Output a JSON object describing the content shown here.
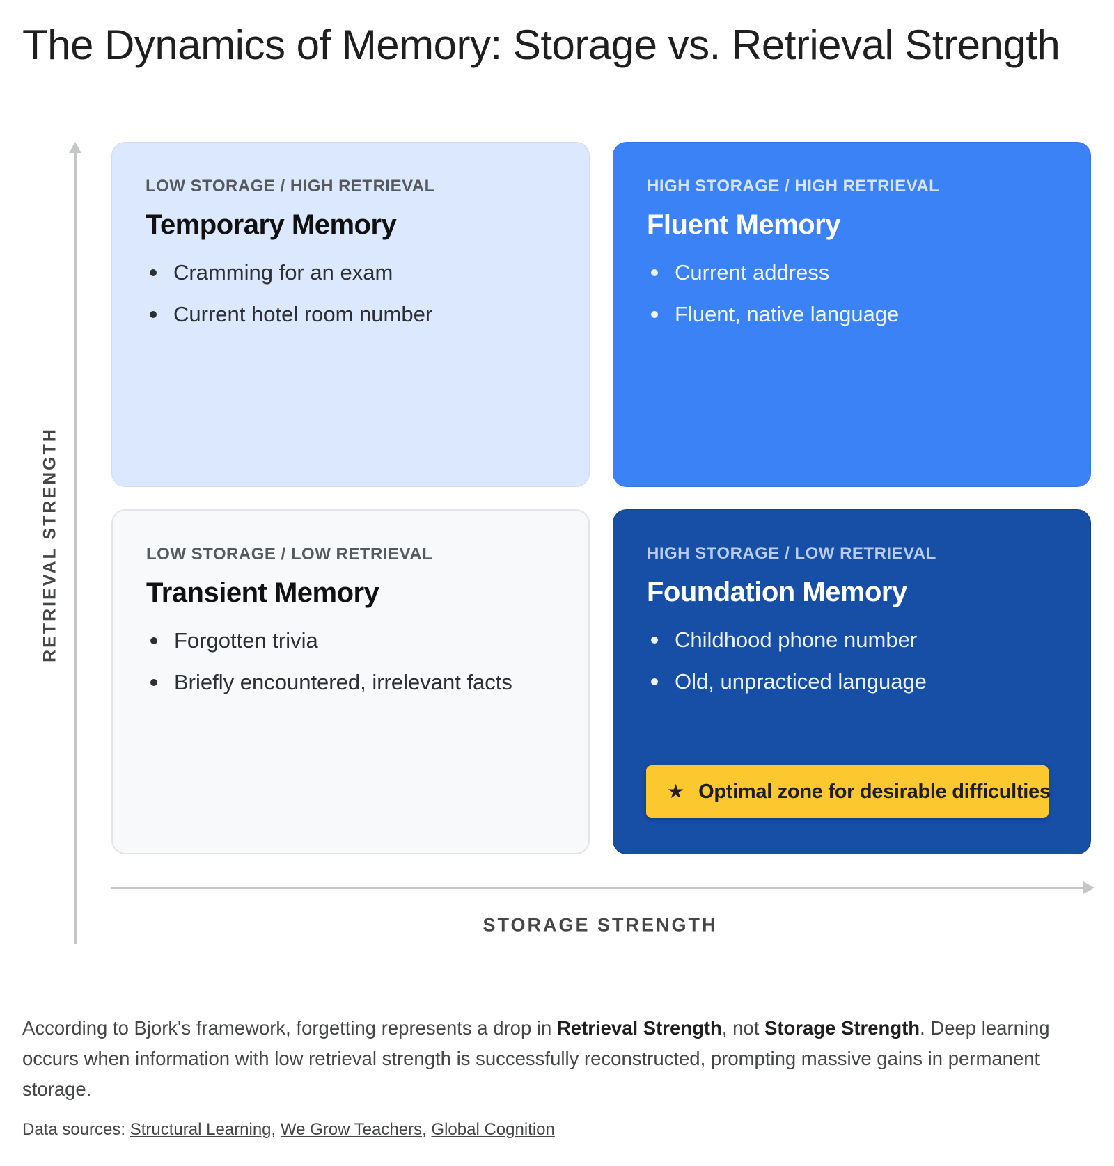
{
  "title": "The Dynamics of Memory: Storage vs. Retrieval Strength",
  "axes": {
    "y_label": "RETRIEVAL STRENGTH",
    "x_label": "STORAGE STRENGTH"
  },
  "quadrants": {
    "top_left": {
      "category": "LOW STORAGE / HIGH RETRIEVAL",
      "heading": "Temporary Memory",
      "items": [
        "Cramming for an exam",
        "Current hotel room number"
      ],
      "color": "#dbe8fd"
    },
    "top_right": {
      "category": "HIGH STORAGE / HIGH RETRIEVAL",
      "heading": "Fluent Memory",
      "items": [
        "Current address",
        "Fluent, native language"
      ],
      "color": "#3b82f6"
    },
    "bottom_left": {
      "category": "LOW STORAGE / LOW RETRIEVAL",
      "heading": "Transient Memory",
      "items": [
        "Forgotten trivia",
        "Briefly encountered, irrelevant facts"
      ],
      "color": "#f8f9fb"
    },
    "bottom_right": {
      "category": "HIGH STORAGE / LOW RETRIEVAL",
      "heading": "Foundation Memory",
      "items": [
        "Childhood phone number",
        "Old, unpracticed language"
      ],
      "color": "#174ea6",
      "badge": {
        "icon": "star-icon",
        "text": "Optimal zone for desirable difficulties",
        "color": "#fbc830"
      }
    }
  },
  "description": {
    "part1": "According to Bjork's framework, forgetting represents a drop in ",
    "bold1": "Retrieval Strength",
    "part2": ", not ",
    "bold2": "Storage Strength",
    "part3": ". Deep learning occurs when information with low retrieval strength is successfully reconstructed, prompting massive gains in permanent storage."
  },
  "sources": {
    "label": "Data sources: ",
    "links": [
      "Structural Learning",
      "We Grow Teachers",
      "Global Cognition"
    ]
  }
}
